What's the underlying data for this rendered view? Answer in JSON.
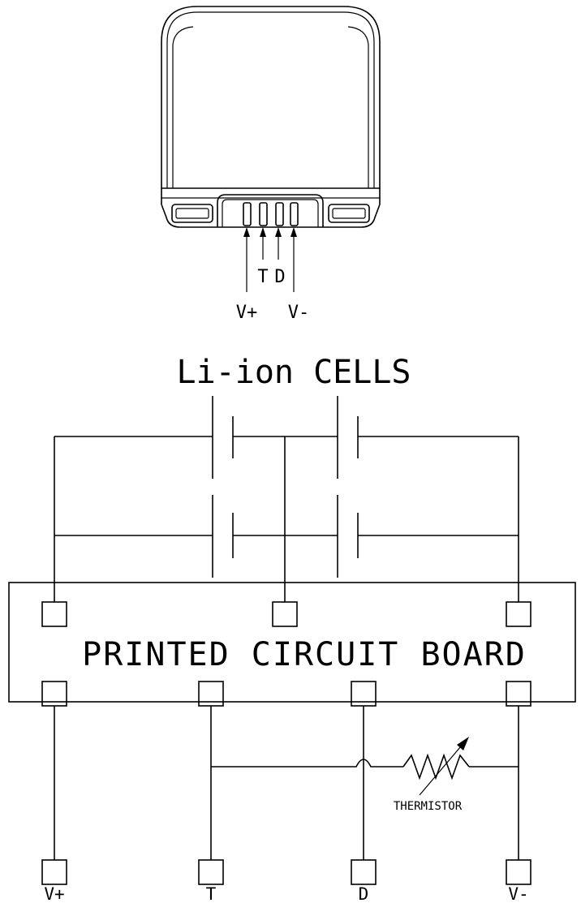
{
  "battery_pack": {
    "pin_labels_top": [
      "T",
      "D"
    ],
    "pin_labels_bottom": [
      "V+",
      "V-"
    ]
  },
  "cells_label": "Li-ion CELLS",
  "pcb_label": "PRINTED CIRCUIT BOARD",
  "thermistor_label": "THERMISTOR",
  "terminals": [
    "V+",
    "T",
    "D",
    "V-"
  ]
}
